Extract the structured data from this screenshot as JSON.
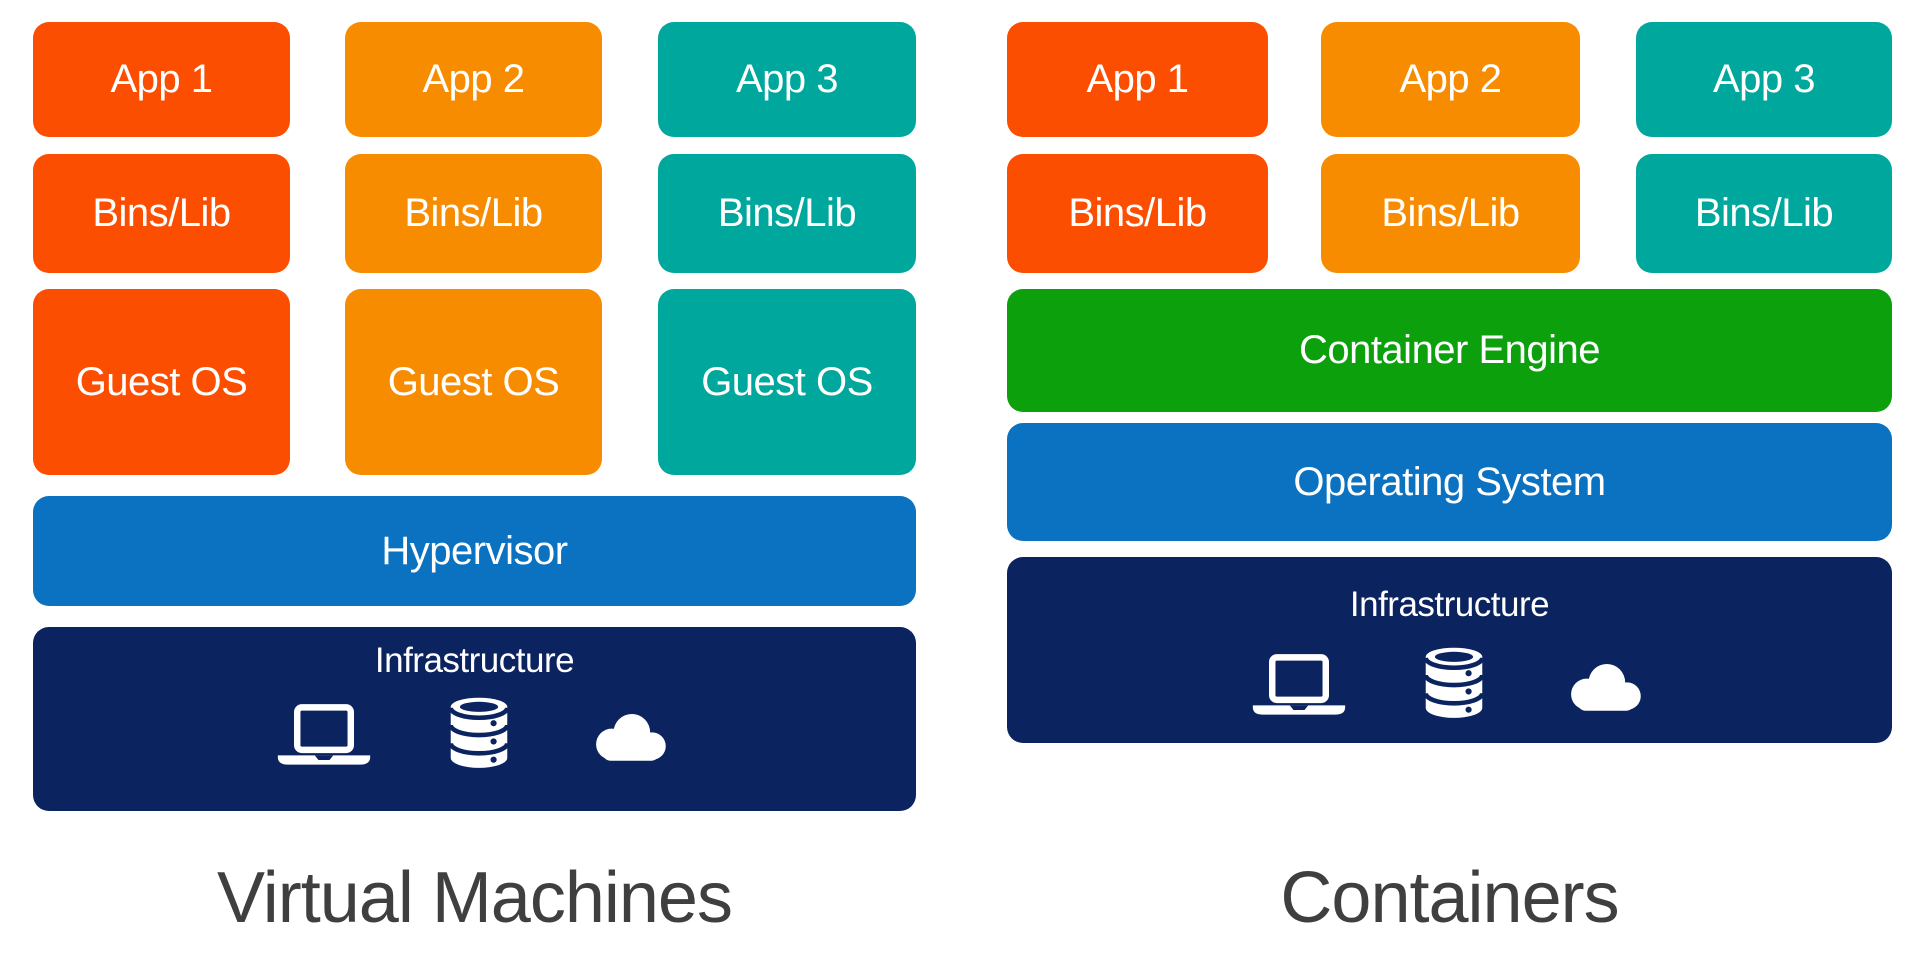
{
  "diagram": {
    "left": {
      "title": "Virtual Machines",
      "stacks": [
        {
          "app": "App 1",
          "bins": "Bins/Lib",
          "guest_os": "Guest OS"
        },
        {
          "app": "App 2",
          "bins": "Bins/Lib",
          "guest_os": "Guest OS"
        },
        {
          "app": "App 3",
          "bins": "Bins/Lib",
          "guest_os": "Guest OS"
        }
      ],
      "hypervisor_label": "Hypervisor",
      "infrastructure_label": "Infrastructure"
    },
    "right": {
      "title": "Containers",
      "stacks": [
        {
          "app": "App 1",
          "bins": "Bins/Lib"
        },
        {
          "app": "App 2",
          "bins": "Bins/Lib"
        },
        {
          "app": "App 3",
          "bins": "Bins/Lib"
        }
      ],
      "container_engine_label": "Container Engine",
      "operating_system_label": "Operating System",
      "infrastructure_label": "Infrastructure"
    },
    "infrastructure_icons": [
      "laptop-icon",
      "database-icon",
      "cloud-icon"
    ],
    "colors": {
      "stack1": "#FB4E00",
      "stack2": "#F88C00",
      "stack3": "#00A79C",
      "container_engine": "#0CA00C",
      "hypervisor_and_os": "#0B72C2",
      "infrastructure": "#0B2460",
      "title_text": "#3F3F3F",
      "label_text": "#FFFFFF"
    }
  }
}
